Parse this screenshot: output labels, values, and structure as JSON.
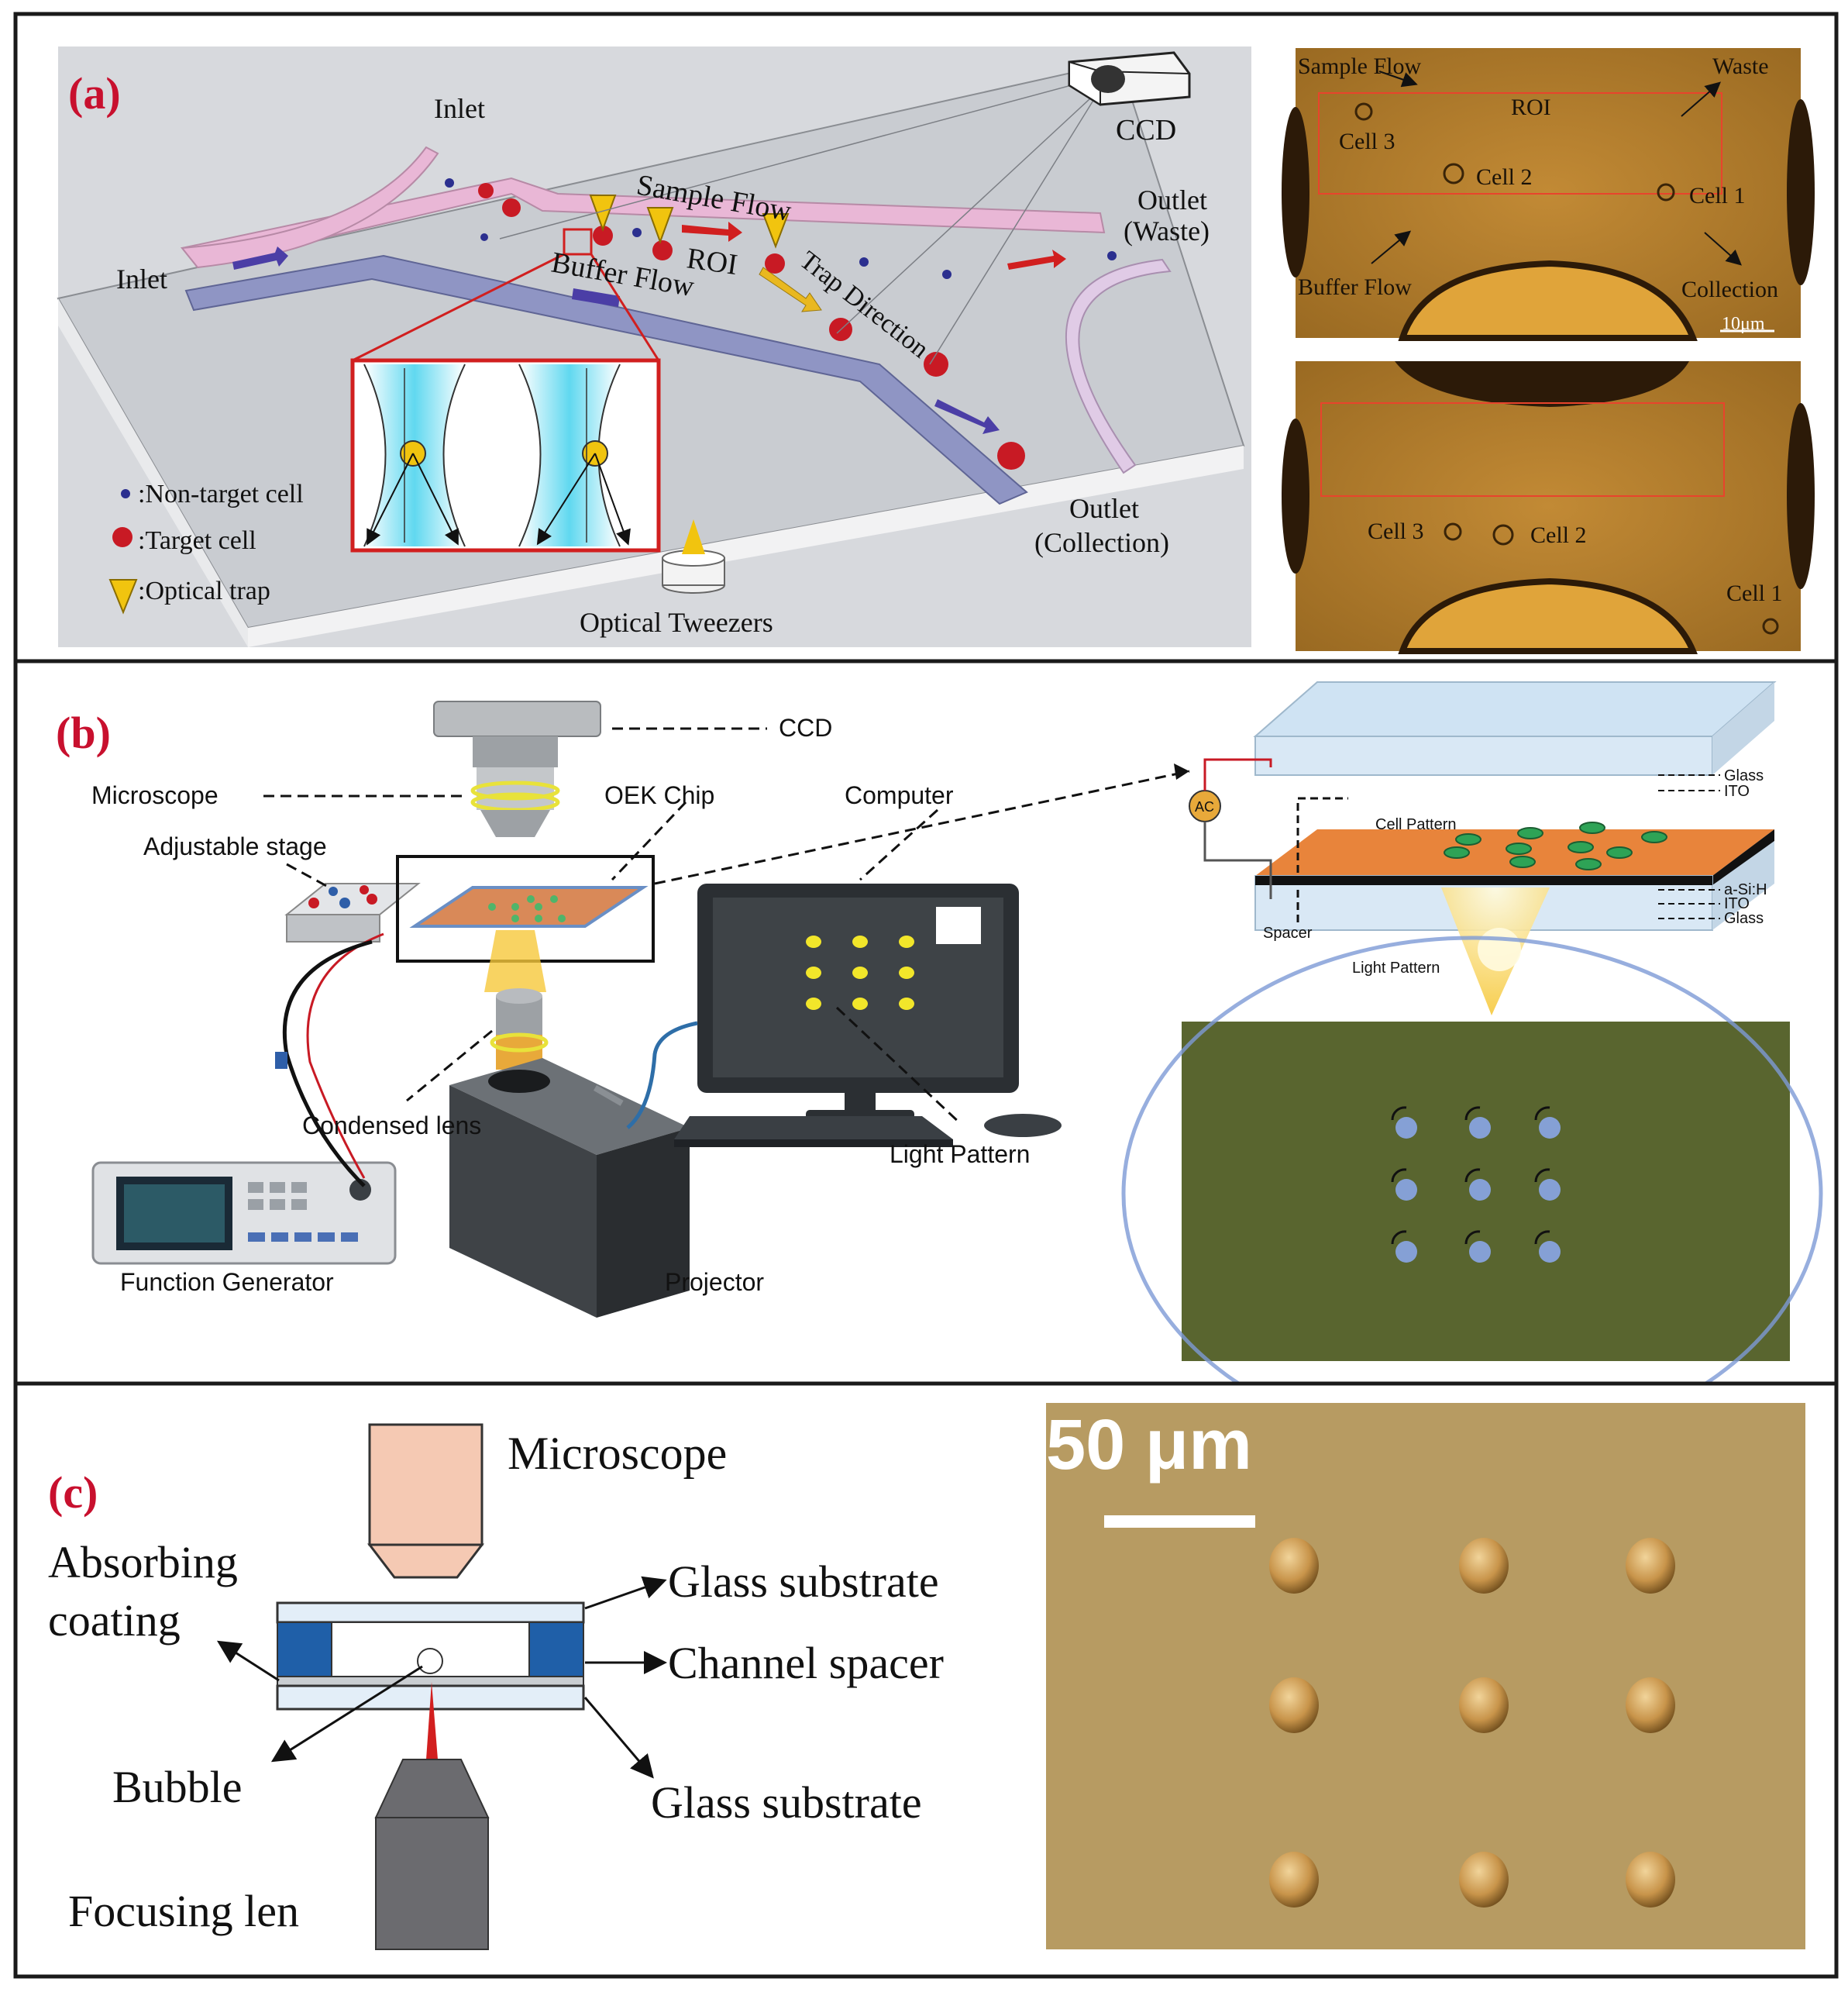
{
  "colors": {
    "panel_border": "#1a1a1a",
    "panel_letter": "#c8102e",
    "chip_surface": "#c9ccd1",
    "buffer_channel": "#8f95c4",
    "sample_channel": "#e9b7d6",
    "target_cell": "#c81a24",
    "nontarget_cell": "#2b2f8f",
    "optical_trap": "#f1c40f",
    "micrograph_amber": "#b07a2a",
    "roi_box": "#e8442c",
    "oek_green": "#59652f",
    "oek_orange": "#e8843b",
    "microscope_pink": "#f5c9b3",
    "spacer_blue": "#1f5fa8",
    "laser_red": "#d21f1f",
    "micrograph_c": "#b79b62"
  },
  "panel_a": {
    "letter": "(a)",
    "labels": {
      "inlet_top": "Inlet",
      "inlet_left": "Inlet",
      "sample_flow": "Sample Flow",
      "buffer_flow": "Buffer Flow",
      "roi": "ROI",
      "trap_direction": "Trap Direction",
      "ccd": "CCD",
      "outlet_waste_1": "Outlet",
      "outlet_waste_2": "(Waste)",
      "outlet_collection_1": "Outlet",
      "outlet_collection_2": "(Collection)",
      "optical_tweezers": "Optical Tweezers"
    },
    "legend": [
      {
        "icon": "non-target-cell-icon",
        "label": ":Non-target cell"
      },
      {
        "icon": "target-cell-icon",
        "label": ":Target cell"
      },
      {
        "icon": "optical-trap-icon",
        "label": ":Optical trap"
      }
    ],
    "micrograph_top": {
      "sample_flow": "Sample Flow",
      "waste": "Waste",
      "roi": "ROI",
      "cell3": "Cell 3",
      "cell2": "Cell 2",
      "cell1": "Cell 1",
      "buffer_flow": "Buffer Flow",
      "collection": "Collection",
      "scale": "10μm"
    },
    "micrograph_bottom": {
      "cell3": "Cell 3",
      "cell2": "Cell 2",
      "cell1": "Cell 1"
    }
  },
  "panel_b": {
    "letter": "(b)",
    "labels": {
      "ccd": "CCD",
      "microscope": "Microscope",
      "oek_chip": "OEK Chip",
      "computer": "Computer",
      "adjustable_stage": "Adjustable stage",
      "condensed_lens": "Condensed lens",
      "light_pattern": "Light Pattern",
      "function_generator": "Function Generator",
      "projector": "Projector"
    },
    "layer_labels": {
      "glass_top": "Glass",
      "ito_top": "ITO",
      "cell_pattern": "Cell Pattern",
      "asih": "a-Si:H",
      "ito_bottom": "ITO",
      "glass_bottom": "Glass",
      "spacer": "Spacer",
      "ac": "AC",
      "light_pattern": "Light Pattern"
    }
  },
  "panel_c": {
    "letter": "(c)",
    "labels": {
      "microscope": "Microscope",
      "absorbing_1": "Absorbing",
      "absorbing_2": "coating",
      "glass_substrate_top": "Glass substrate",
      "channel_spacer": "Channel spacer",
      "bubble": "Bubble",
      "glass_substrate_bottom": "Glass substrate",
      "focusing_len": "Focusing len"
    },
    "scale_label": "50 μm"
  }
}
